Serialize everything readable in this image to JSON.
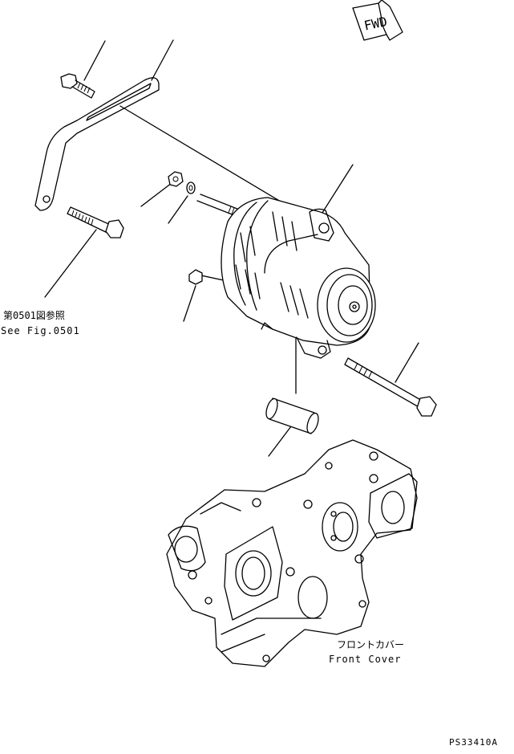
{
  "direction_marker": {
    "text": "FWD"
  },
  "callouts": {
    "see_fig_jp": "第0501図参照",
    "see_fig_en": "See Fig.0501",
    "front_cover_jp": "フロントカバー",
    "front_cover_en": "Front Cover"
  },
  "drawing_number": "PS33410A"
}
